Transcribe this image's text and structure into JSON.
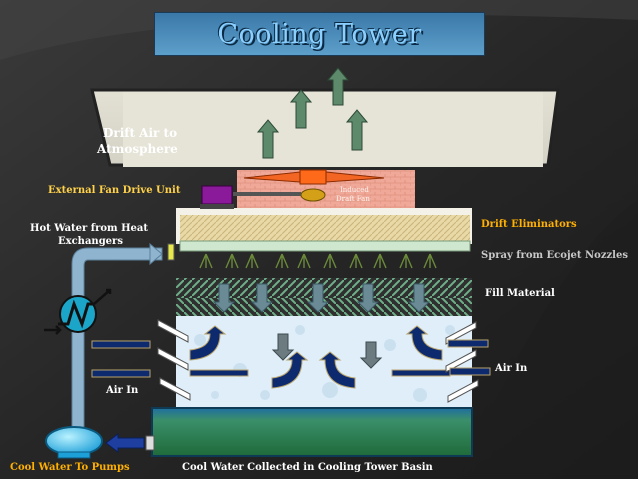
{
  "title": "Cooling Tower",
  "labels": {
    "drift_air_line1": "Drift Air to",
    "drift_air_line2": "Atmosphere",
    "external_fan_drive": "External Fan Drive Unit",
    "hot_water_line1": "Hot Water from Heat",
    "hot_water_line2": "Exchangers",
    "drift_eliminators": "Drift Eliminators",
    "spray_nozzles": "Spray from Ecojet Nozzles",
    "fill_material": "Fill Material",
    "air_in_right": "Air In",
    "air_in_left": "Air In",
    "cool_water_pumps": "Cool Water  To Pumps",
    "basin": "Cool Water Collected in Cooling Tower Basin",
    "gearbox_line1": "Induced",
    "gearbox_line2": "Draft Fan"
  },
  "colors": {
    "background": "#2b2b2b",
    "title_text": "#8bd0ff",
    "label_white": "#ffffff",
    "label_yellow": "#ffd24a",
    "label_orange": "#ffb000",
    "label_gray": "#c8c8c8",
    "arrow_green": "#5d8a6a",
    "arrow_navy": "#0d2a6e",
    "pipe": "#8fb4cf"
  }
}
